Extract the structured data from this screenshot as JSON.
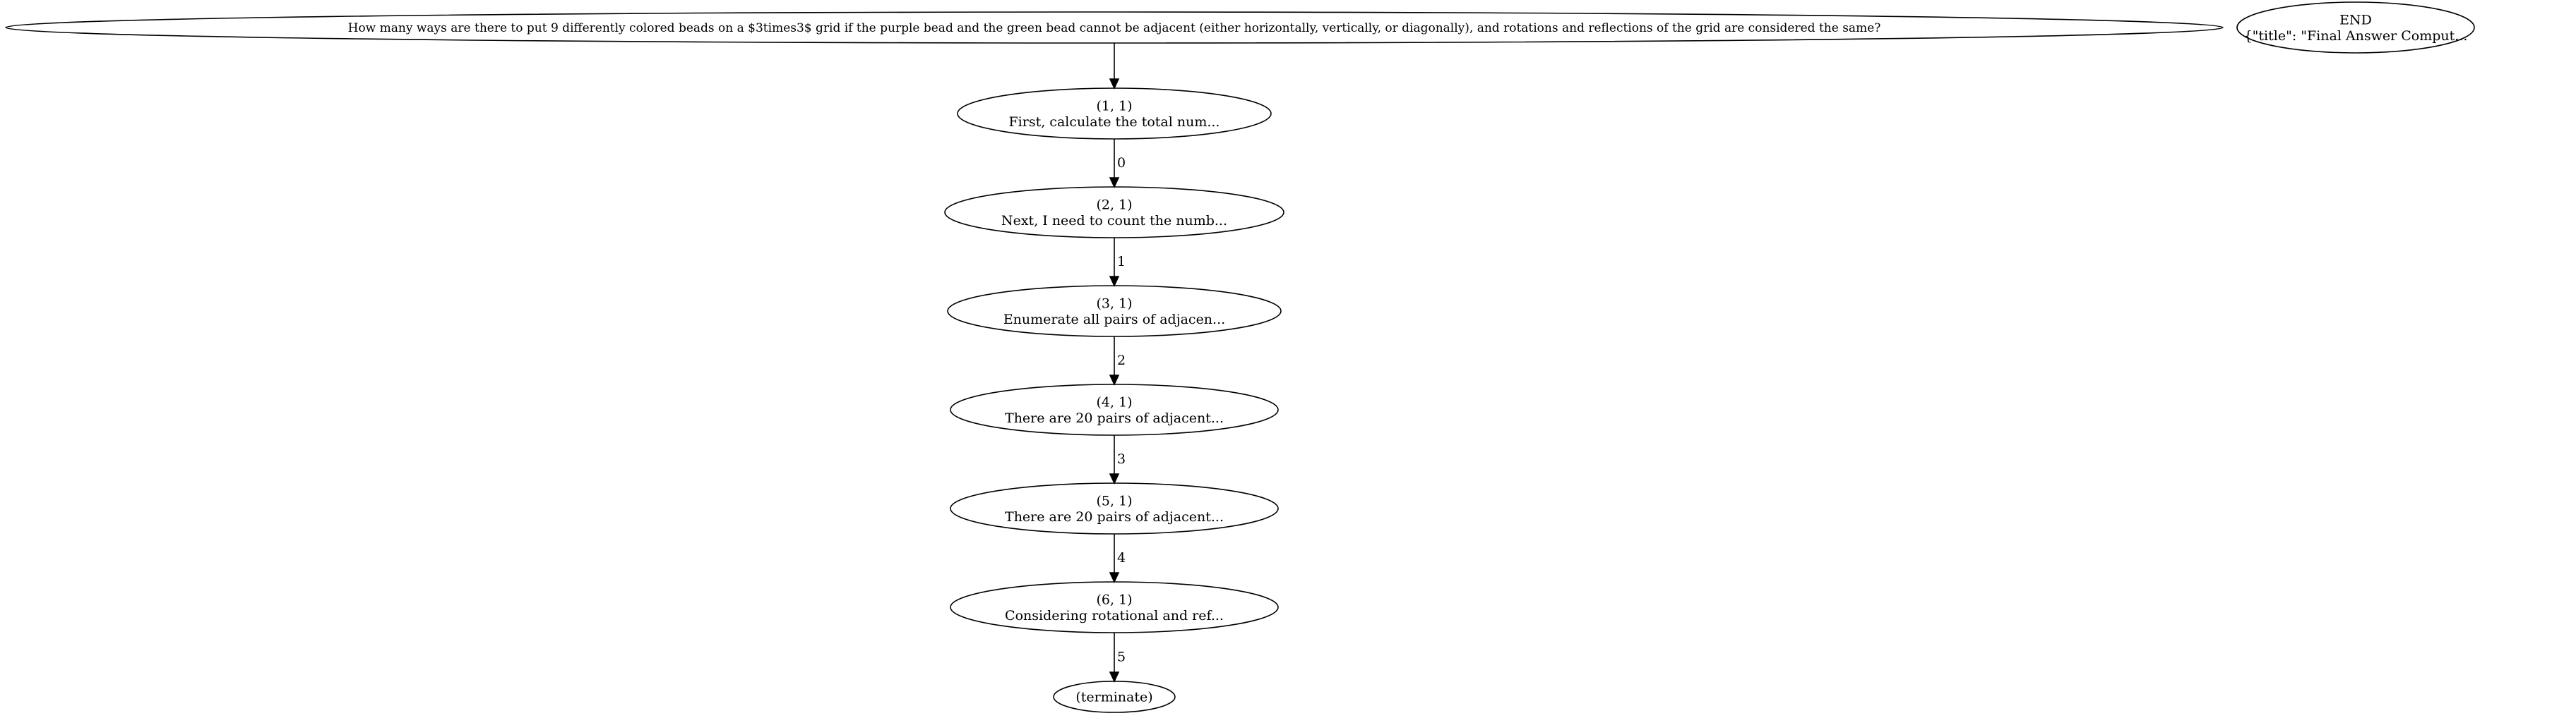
{
  "nodes": [
    {
      "id": "question",
      "lines": [
        "How many ways are there to put 9 differently colored beads on a $3times3$ grid if the purple bead and the green bead cannot be adjacent (either horizontally, vertically, or diagonally), and rotations and reflections of the grid are considered the same?"
      ]
    },
    {
      "id": "end",
      "lines": [
        "END",
        "{\"title\": \"Final Answer Comput..."
      ]
    },
    {
      "id": "n1",
      "lines": [
        "(1, 1)",
        "First, calculate the total num..."
      ]
    },
    {
      "id": "n2",
      "lines": [
        "(2, 1)",
        "Next, I need to count the numb..."
      ]
    },
    {
      "id": "n3",
      "lines": [
        "(3, 1)",
        "Enumerate all pairs of adjacen..."
      ]
    },
    {
      "id": "n4",
      "lines": [
        "(4, 1)",
        "There are 20 pairs of adjacent..."
      ]
    },
    {
      "id": "n5",
      "lines": [
        "(5, 1)",
        "There are 20 pairs of adjacent..."
      ]
    },
    {
      "id": "n6",
      "lines": [
        "(6, 1)",
        "Considering rotational and ref..."
      ]
    },
    {
      "id": "terminate",
      "lines": [
        "(terminate)"
      ]
    }
  ],
  "edges": [
    {
      "from": "question",
      "to": "n1",
      "label": ""
    },
    {
      "from": "n1",
      "to": "n2",
      "label": "0"
    },
    {
      "from": "n2",
      "to": "n3",
      "label": "1"
    },
    {
      "from": "n3",
      "to": "n4",
      "label": "2"
    },
    {
      "from": "n4",
      "to": "n5",
      "label": "3"
    },
    {
      "from": "n5",
      "to": "n6",
      "label": "4"
    },
    {
      "from": "n6",
      "to": "terminate",
      "label": "5"
    }
  ]
}
